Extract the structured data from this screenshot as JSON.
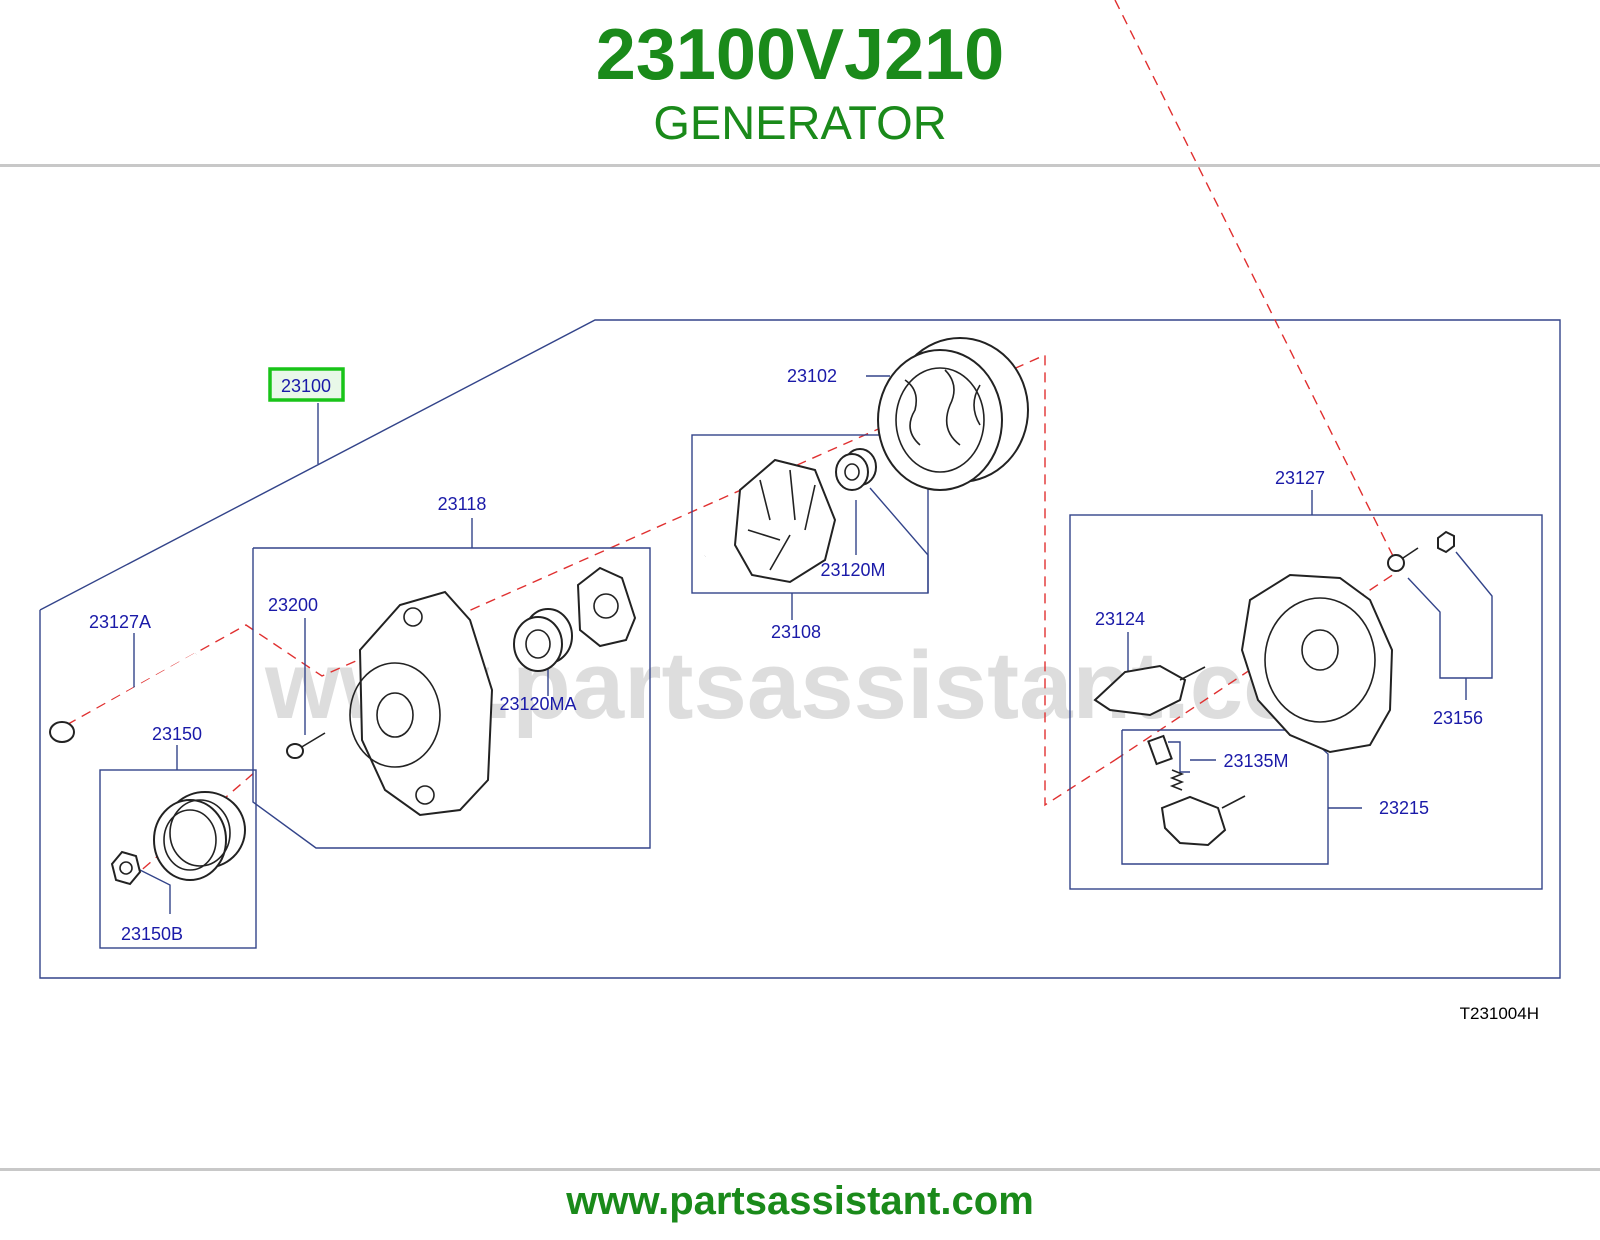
{
  "header": {
    "part_number": "23100VJ210",
    "part_name": "GENERATOR"
  },
  "diagram": {
    "highlight_color": "#18c418",
    "label_color": "#1a1aa8",
    "brand_color": "#1a8a1a",
    "watermark": "www.partsassistant.com",
    "drawing_code": "T231004H",
    "callouts": {
      "c23100": "23100",
      "c23102": "23102",
      "c23118": "23118",
      "c23127A": "23127A",
      "c23200": "23200",
      "c23120MA": "23120MA",
      "c23150": "23150",
      "c23150B": "23150B",
      "c23108": "23108",
      "c23120M": "23120M",
      "c23127": "23127",
      "c23124": "23124",
      "c23156": "23156",
      "c23135M": "23135M",
      "c23215": "23215"
    }
  },
  "footer": {
    "url": "www.partsassistant.com"
  }
}
